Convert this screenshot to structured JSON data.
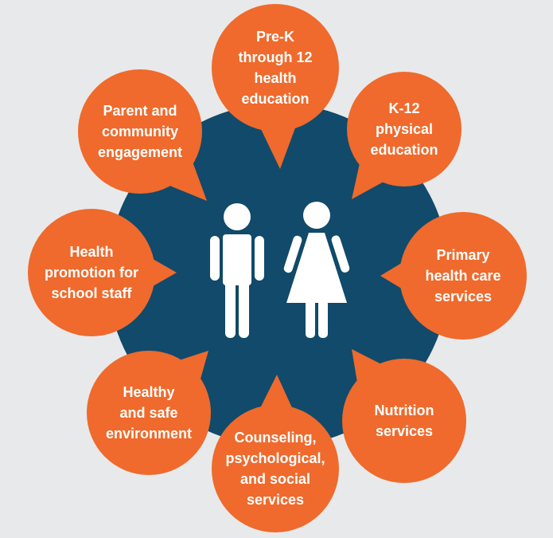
{
  "colors": {
    "background": "#e8e9ea",
    "hub": "#114a6a",
    "bubble": "#ef6a2c",
    "figure": "#ffffff",
    "text": "#ffffff"
  },
  "center": {
    "icons": [
      "male-figure-icon",
      "female-figure-icon"
    ]
  },
  "components": [
    {
      "id": "health-education",
      "label": "Pre-K\nthrough 12\nhealth\neducation"
    },
    {
      "id": "physical-education",
      "label": "K-12\nphysical\neducation"
    },
    {
      "id": "health-care-services",
      "label": "Primary\nhealth care\nservices"
    },
    {
      "id": "nutrition-services",
      "label": "Nutrition\nservices"
    },
    {
      "id": "counseling-services",
      "label": "Counseling,\npsychological,\nand social\nservices"
    },
    {
      "id": "healthy-environment",
      "label": "Healthy\nand safe\nenvironment"
    },
    {
      "id": "staff-health-promotion",
      "label": "Health\npromotion for\nschool staff"
    },
    {
      "id": "community-engagement",
      "label": "Parent and\ncommunity\nengagement"
    }
  ]
}
